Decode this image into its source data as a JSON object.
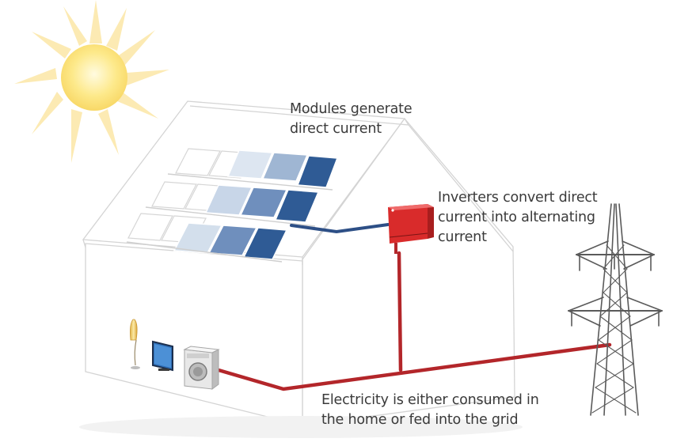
{
  "captions": {
    "modules": [
      "Modules generate",
      "direct current"
    ],
    "inverter": [
      "Inverters convert direct",
      "current into alternating",
      "current"
    ],
    "grid": [
      "Electricity is either consumed in",
      "the home or fed into the grid"
    ]
  },
  "colors": {
    "ac_line": "#b3262a",
    "dc_line": "#2d4f86",
    "inverter": "#d92b2b",
    "sun_core": "#fde98a",
    "sun_rays": "#fbe39a",
    "house_outline": "#d4d4d4",
    "panel_dark": "#2f5b95",
    "panel_light": "#dde6f1",
    "tower": "#5a5a5a"
  },
  "icons": [
    "sun-icon",
    "house-icon",
    "solar-panel-icon",
    "inverter-icon",
    "floor-lamp-icon",
    "tv-icon",
    "washing-machine-icon",
    "power-tower-icon"
  ]
}
